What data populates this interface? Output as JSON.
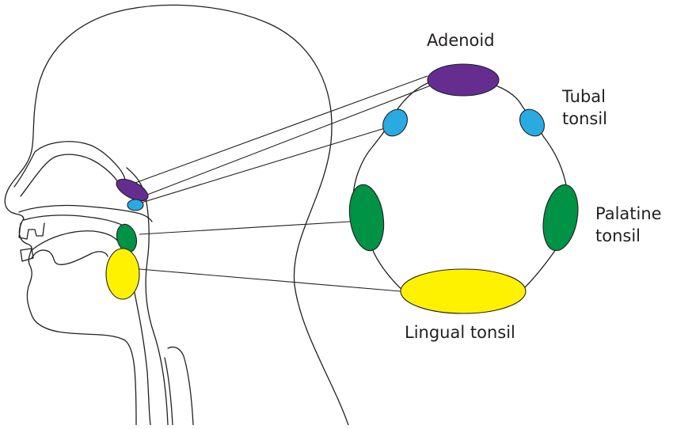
{
  "labels": {
    "adenoid": "Adenoid",
    "tubal_line1": "Tubal",
    "tubal_line2": "tonsil",
    "palatine_line1": "Palatine",
    "palatine_line2": "tonsil",
    "lingual": "Lingual tonsil"
  },
  "colors": {
    "adenoid": "#662d91",
    "tubal": "#29abe2",
    "palatine": "#009245",
    "lingual": "#fff200",
    "outline": "#231f20"
  }
}
